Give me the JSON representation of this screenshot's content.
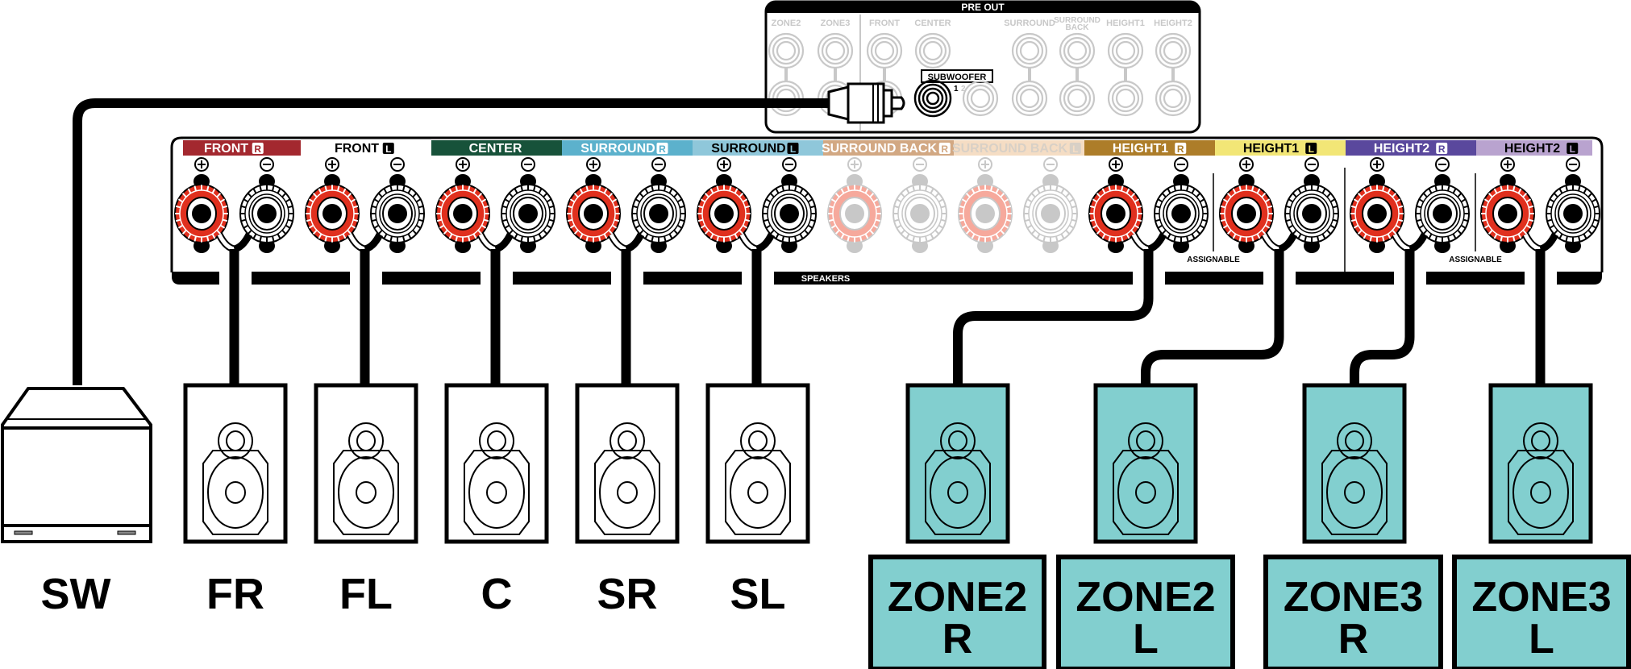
{
  "pre_out": {
    "title": "PRE OUT",
    "jacks": [
      {
        "label": "ZONE2",
        "active": false
      },
      {
        "label": "ZONE3",
        "active": false
      },
      {
        "label": "FRONT",
        "active": false
      },
      {
        "label": "CENTER",
        "active": false
      },
      {
        "label": "SURROUND",
        "active": false
      },
      {
        "label": "SURROUND BACK",
        "label_lines": [
          "SURROUND",
          "BACK"
        ],
        "active": false
      },
      {
        "label": "HEIGHT1",
        "active": false
      },
      {
        "label": "HEIGHT2",
        "active": false
      }
    ],
    "subwoofer": {
      "label": "SUBWOOFER",
      "outputs": [
        "1",
        "2"
      ],
      "connected_output": "1"
    }
  },
  "speaker_panel": {
    "title": "SPEAKERS",
    "assignable_label": "ASSIGNABLE",
    "plus_symbol": "⊕",
    "minus_symbol": "⊖",
    "channels": [
      {
        "name": "FRONT",
        "side": "R",
        "band_color": "#a3282f",
        "text_color": "#ffffff",
        "active": true
      },
      {
        "name": "FRONT",
        "side": "L",
        "band_color": "#ffffff",
        "text_color": "#000000",
        "active": true
      },
      {
        "name": "CENTER",
        "side": "",
        "band_color": "#17523a",
        "text_color": "#ffffff",
        "active": true
      },
      {
        "name": "SURROUND",
        "side": "R",
        "band_color": "#5cb1cc",
        "text_color": "#ffffff",
        "active": true
      },
      {
        "name": "SURROUND",
        "side": "L",
        "band_color": "#8fc7da",
        "text_color": "#000000",
        "active": true
      },
      {
        "name": "SURROUND BACK",
        "side": "R",
        "band_color": "#d2a883",
        "text_color": "#ffffff",
        "active": false
      },
      {
        "name": "SURROUND BACK",
        "side": "L",
        "band_color": "#f5ddc4",
        "text_color": "#d8d0c6",
        "active": false
      },
      {
        "name": "HEIGHT1",
        "side": "R",
        "band_color": "#ad7d29",
        "text_color": "#ffffff",
        "active": true
      },
      {
        "name": "HEIGHT1",
        "side": "L",
        "band_color": "#f2e676",
        "text_color": "#000000",
        "active": true
      },
      {
        "name": "HEIGHT2",
        "side": "R",
        "band_color": "#5a489d",
        "text_color": "#ffffff",
        "active": true
      },
      {
        "name": "HEIGHT2",
        "side": "L",
        "band_color": "#b9a3cf",
        "text_color": "#000000",
        "active": true
      }
    ]
  },
  "colors": {
    "terminal_red": "#e0301e",
    "terminal_red_faded": "#f6a99c",
    "faded_gray": "#c8c8c8",
    "zone_fill": "#82cfcf",
    "cable": "#000000"
  },
  "speakers": [
    {
      "id": "SW",
      "label": "SW",
      "type": "subwoofer",
      "zone": false
    },
    {
      "id": "FR",
      "label": "FR",
      "type": "bookshelf",
      "zone": false,
      "channel_index": 0
    },
    {
      "id": "FL",
      "label": "FL",
      "type": "bookshelf",
      "zone": false,
      "channel_index": 1
    },
    {
      "id": "C",
      "label": "C",
      "type": "bookshelf",
      "zone": false,
      "channel_index": 2
    },
    {
      "id": "SR",
      "label": "SR",
      "type": "bookshelf",
      "zone": false,
      "channel_index": 3
    },
    {
      "id": "SL",
      "label": "SL",
      "type": "bookshelf",
      "zone": false,
      "channel_index": 4
    },
    {
      "id": "ZONE2R",
      "label_lines": [
        "ZONE2",
        "R"
      ],
      "type": "bookshelf",
      "zone": true,
      "channel_index": 7
    },
    {
      "id": "ZONE2L",
      "label_lines": [
        "ZONE2",
        "L"
      ],
      "type": "bookshelf",
      "zone": true,
      "channel_index": 8
    },
    {
      "id": "ZONE3R",
      "label_lines": [
        "ZONE3",
        "R"
      ],
      "type": "bookshelf",
      "zone": true,
      "channel_index": 9
    },
    {
      "id": "ZONE3L",
      "label_lines": [
        "ZONE3",
        "L"
      ],
      "type": "bookshelf",
      "zone": true,
      "channel_index": 10
    }
  ]
}
